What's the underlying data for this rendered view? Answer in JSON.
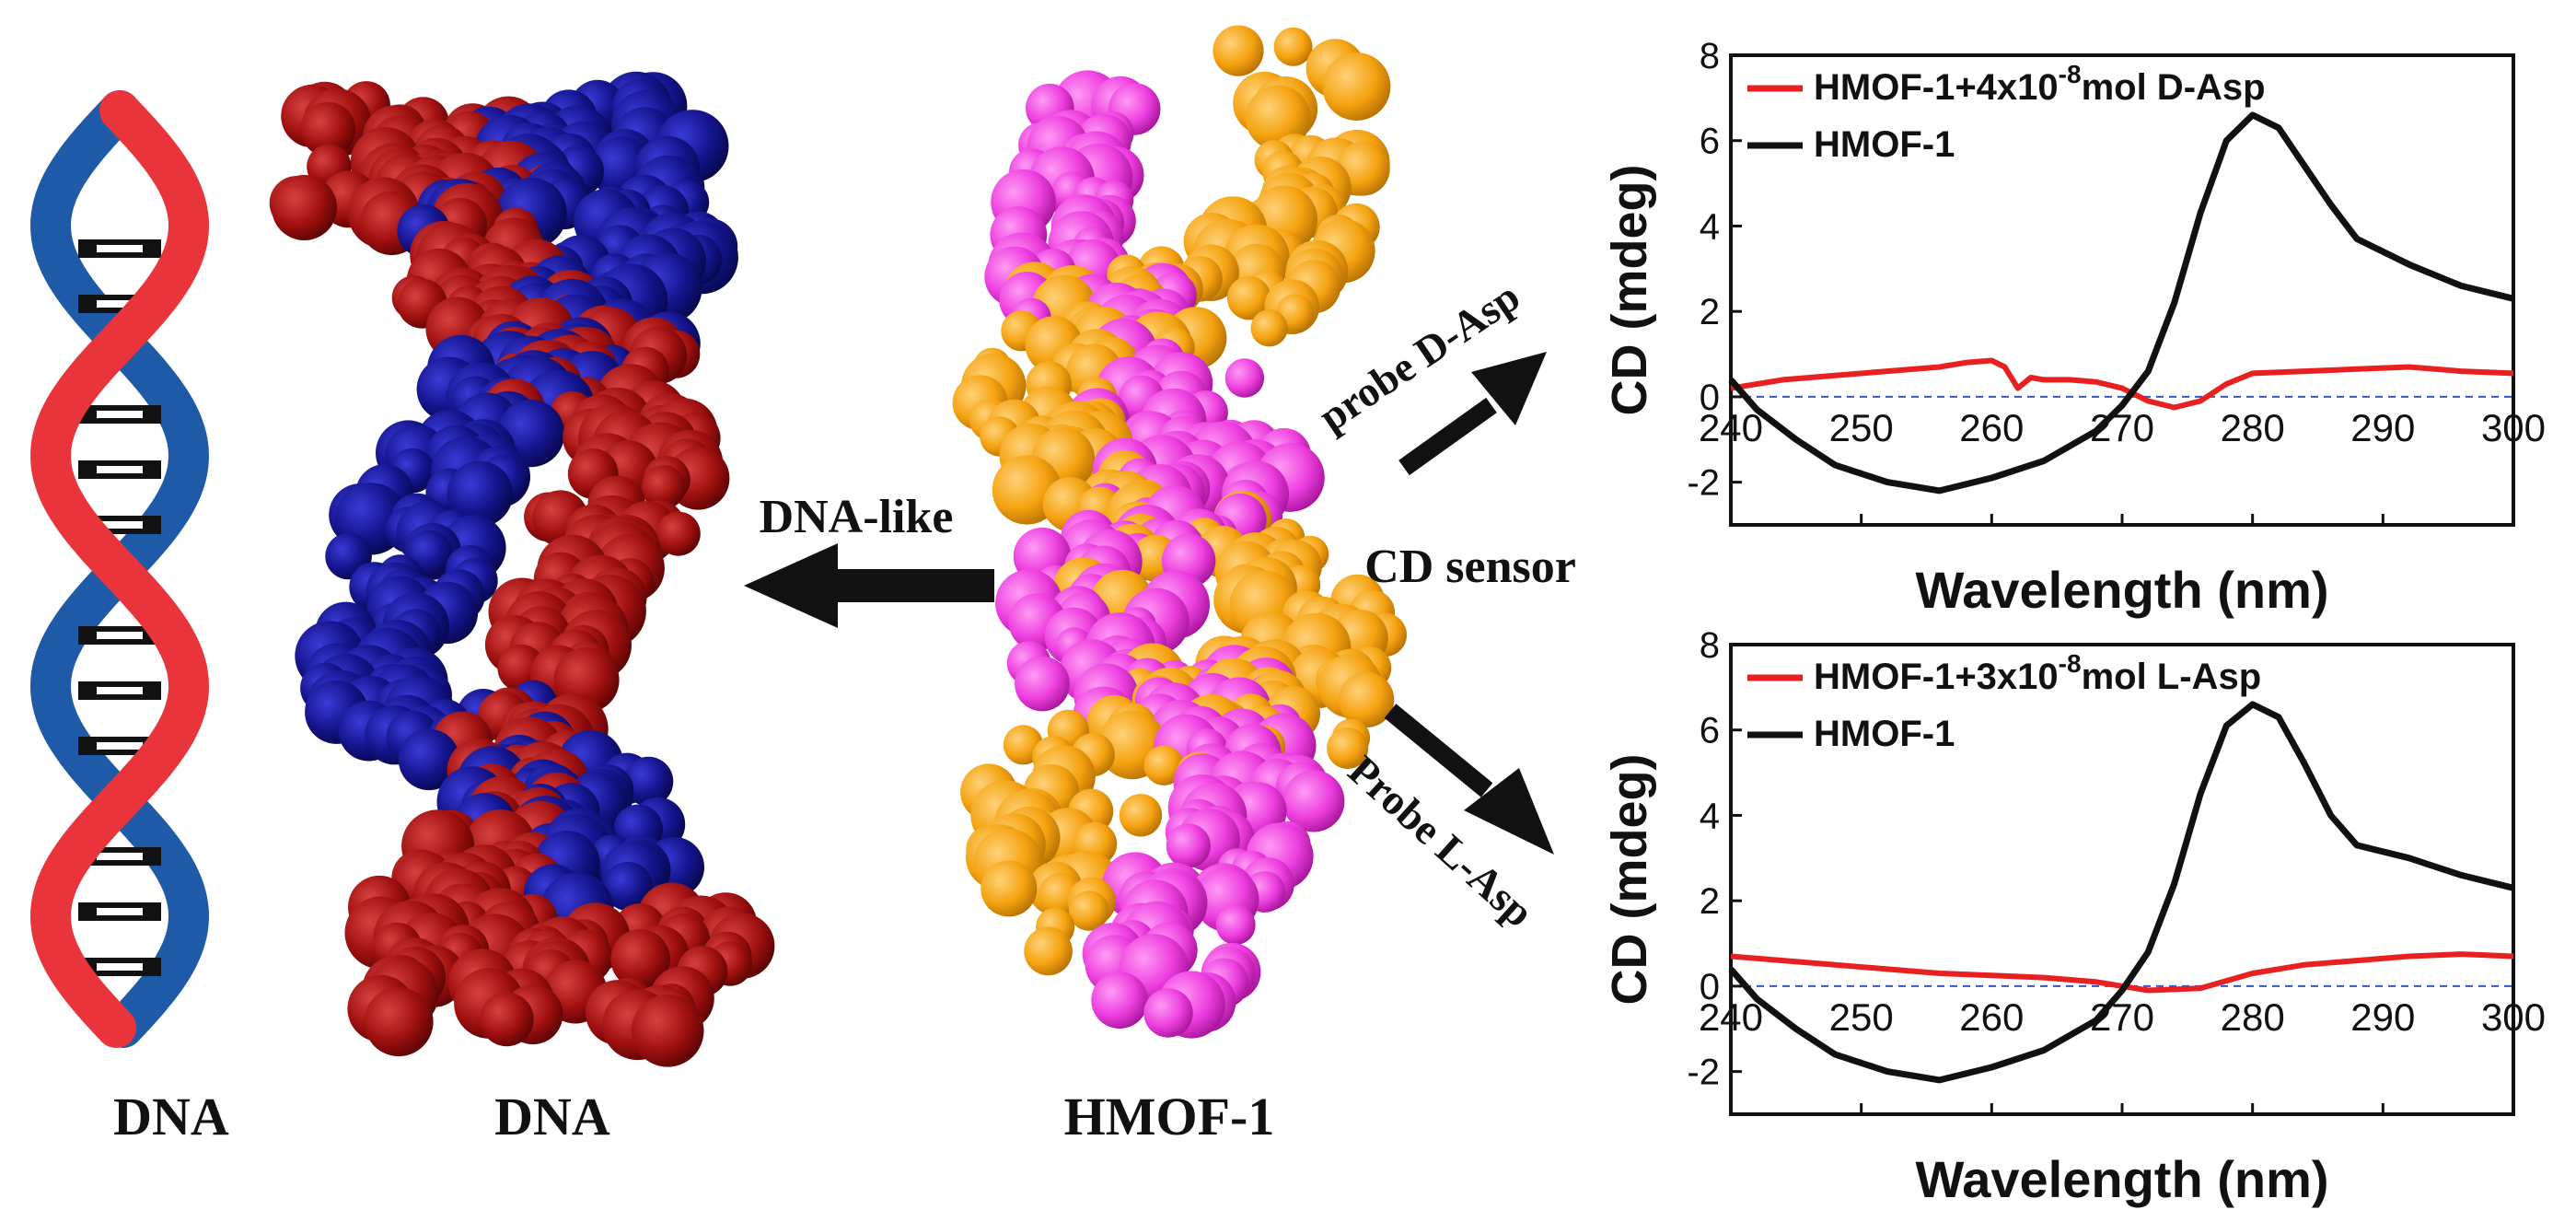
{
  "labels": {
    "dna_helix": "DNA",
    "dna_model": "DNA",
    "hmof": "HMOF-1",
    "dna_like": "DNA-like",
    "cd_sensor": "CD sensor",
    "probe_d": "probe D-Asp",
    "probe_l": "Probe L-Asp"
  },
  "colors": {
    "dna_red": "#e8343a",
    "dna_blue": "#1e5aa8",
    "model_red": "#a01010",
    "model_blue": "#14148c",
    "hmof_magenta": "#ee3ee0",
    "hmof_orange": "#f5a310",
    "trace_red": "#e82020",
    "trace_black": "#111111"
  },
  "chart_data": [
    {
      "type": "line",
      "xlabel": "Wavelength (nm)",
      "ylabel": "CD (mdeg)",
      "xlim": [
        240,
        300
      ],
      "ylim": [
        -3,
        8
      ],
      "xticks": [
        "240",
        "250",
        "260",
        "270",
        "280",
        "290",
        "300"
      ],
      "yticks": [
        "-2",
        "0",
        "2",
        "4",
        "6",
        "8"
      ],
      "legend_prefix": "HMOF-1+4x10",
      "legend_exp": "-8",
      "legend_suffix": "mol D-Asp",
      "series": [
        {
          "name": "HMOF-1+4x10-8mol D-Asp",
          "color": "#e82020",
          "x": [
            240,
            244,
            248,
            252,
            256,
            258,
            260,
            261,
            262,
            263,
            264,
            266,
            268,
            270,
            272,
            274,
            276,
            278,
            280,
            284,
            288,
            292,
            296,
            300
          ],
          "y": [
            0.2,
            0.4,
            0.5,
            0.6,
            0.7,
            0.8,
            0.85,
            0.7,
            0.2,
            0.45,
            0.4,
            0.4,
            0.35,
            0.2,
            -0.1,
            -0.25,
            -0.1,
            0.3,
            0.55,
            0.6,
            0.65,
            0.7,
            0.6,
            0.55
          ]
        },
        {
          "name": "HMOF-1",
          "color": "#111111",
          "x": [
            240,
            242,
            245,
            248,
            252,
            256,
            260,
            264,
            268,
            270,
            272,
            274,
            276,
            278,
            280,
            282,
            284,
            286,
            288,
            292,
            296,
            300
          ],
          "y": [
            0.4,
            -0.3,
            -1.0,
            -1.6,
            -2.0,
            -2.2,
            -1.9,
            -1.5,
            -0.8,
            -0.2,
            0.6,
            2.2,
            4.3,
            6.0,
            6.6,
            6.3,
            5.4,
            4.5,
            3.7,
            3.1,
            2.6,
            2.3
          ]
        }
      ]
    },
    {
      "type": "line",
      "xlabel": "Wavelength (nm)",
      "ylabel": "CD (mdeg)",
      "xlim": [
        240,
        300
      ],
      "ylim": [
        -3,
        8
      ],
      "xticks": [
        "240",
        "250",
        "260",
        "270",
        "280",
        "290",
        "300"
      ],
      "yticks": [
        "-2",
        "0",
        "2",
        "4",
        "6",
        "8"
      ],
      "legend_prefix": "HMOF-1+3x10",
      "legend_exp": "-8",
      "legend_suffix": "mol L-Asp",
      "series": [
        {
          "name": "HMOF-1+3x10-8mol L-Asp",
          "color": "#e82020",
          "x": [
            240,
            244,
            248,
            252,
            256,
            260,
            264,
            268,
            270,
            272,
            276,
            280,
            284,
            288,
            292,
            296,
            300
          ],
          "y": [
            0.7,
            0.6,
            0.5,
            0.4,
            0.3,
            0.25,
            0.2,
            0.1,
            0.0,
            -0.1,
            -0.05,
            0.3,
            0.5,
            0.6,
            0.7,
            0.75,
            0.7
          ]
        },
        {
          "name": "HMOF-1",
          "color": "#111111",
          "x": [
            240,
            242,
            245,
            248,
            252,
            256,
            260,
            264,
            268,
            270,
            272,
            274,
            276,
            278,
            280,
            282,
            284,
            286,
            288,
            292,
            296,
            300
          ],
          "y": [
            0.4,
            -0.3,
            -1.0,
            -1.6,
            -2.0,
            -2.2,
            -1.9,
            -1.5,
            -0.8,
            -0.1,
            0.8,
            2.4,
            4.5,
            6.1,
            6.6,
            6.3,
            5.2,
            4.0,
            3.3,
            3.0,
            2.6,
            2.3
          ]
        }
      ]
    }
  ]
}
